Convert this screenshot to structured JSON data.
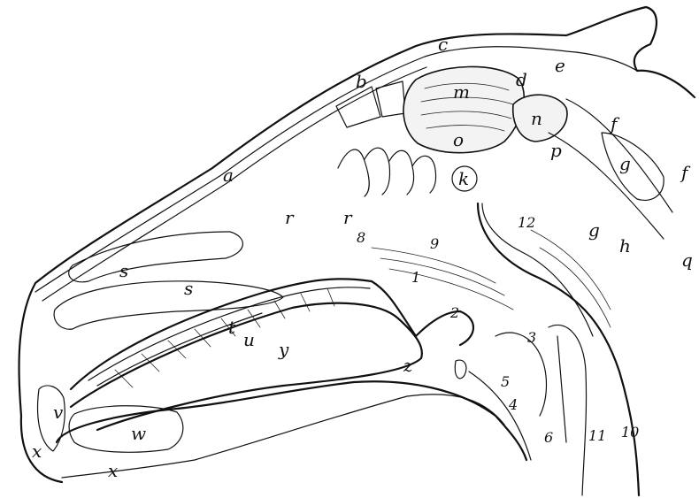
{
  "labels": {
    "a": "a",
    "b": "b",
    "c": "c",
    "d": "d",
    "e": "e",
    "f1": "f",
    "f2": "f",
    "g1": "g",
    "g2": "g",
    "h": "h",
    "k": "k",
    "m": "m",
    "n": "n",
    "o": "o",
    "p": "p",
    "q": "q",
    "r1": "r",
    "r2": "r",
    "s1": "s",
    "s2": "s",
    "t": "t",
    "u": "u",
    "v": "v",
    "w": "w",
    "x1": "x",
    "x2": "x",
    "y": "y",
    "z": "z",
    "n1": "1",
    "n2": "2",
    "n3": "3",
    "n4": "4",
    "n5": "5",
    "n6": "6",
    "n8": "8",
    "n9": "9",
    "n10": "10",
    "n11": "11",
    "n12": "12"
  }
}
